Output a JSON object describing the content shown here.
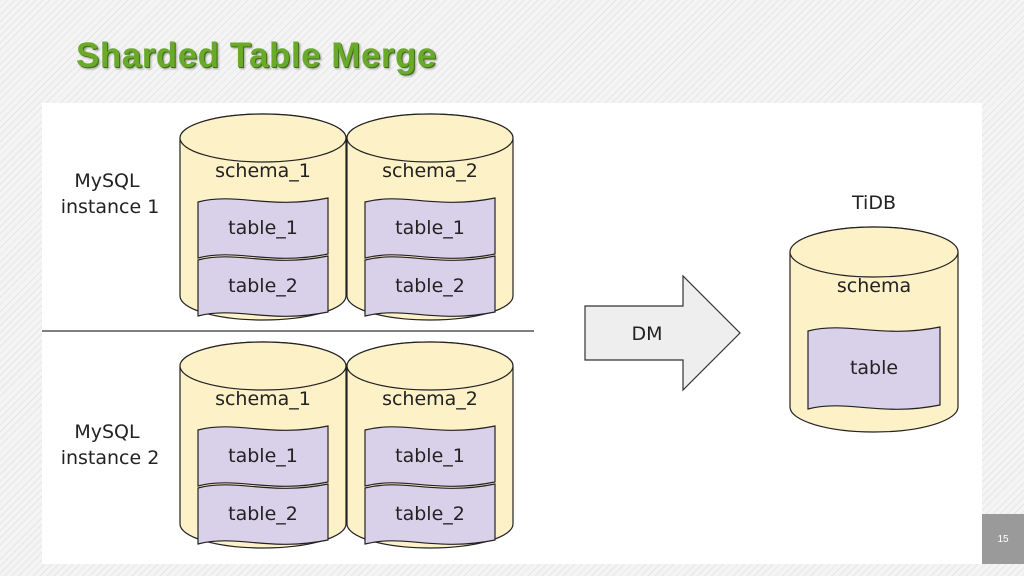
{
  "title": "Sharded Table Merge",
  "page_number": "15",
  "instances": [
    {
      "label_lines": [
        "MySQL",
        "instance 1"
      ],
      "schemas": [
        {
          "name": "schema_1",
          "tables": [
            "table_1",
            "table_2"
          ]
        },
        {
          "name": "schema_2",
          "tables": [
            "table_1",
            "table_2"
          ]
        }
      ]
    },
    {
      "label_lines": [
        "MySQL",
        "instance 2"
      ],
      "schemas": [
        {
          "name": "schema_1",
          "tables": [
            "table_1",
            "table_2"
          ]
        },
        {
          "name": "schema_2",
          "tables": [
            "table_1",
            "table_2"
          ]
        }
      ]
    }
  ],
  "arrow_label": "DM",
  "target": {
    "label": "TiDB",
    "schema": "schema",
    "table": "table"
  },
  "colors": {
    "title": "#6aaa2a",
    "cylinder_fill": "#fdf1c8",
    "cylinder_stroke": "#222222",
    "table_fill": "#d9d0ea",
    "arrow_fill": "#eeeeee"
  }
}
